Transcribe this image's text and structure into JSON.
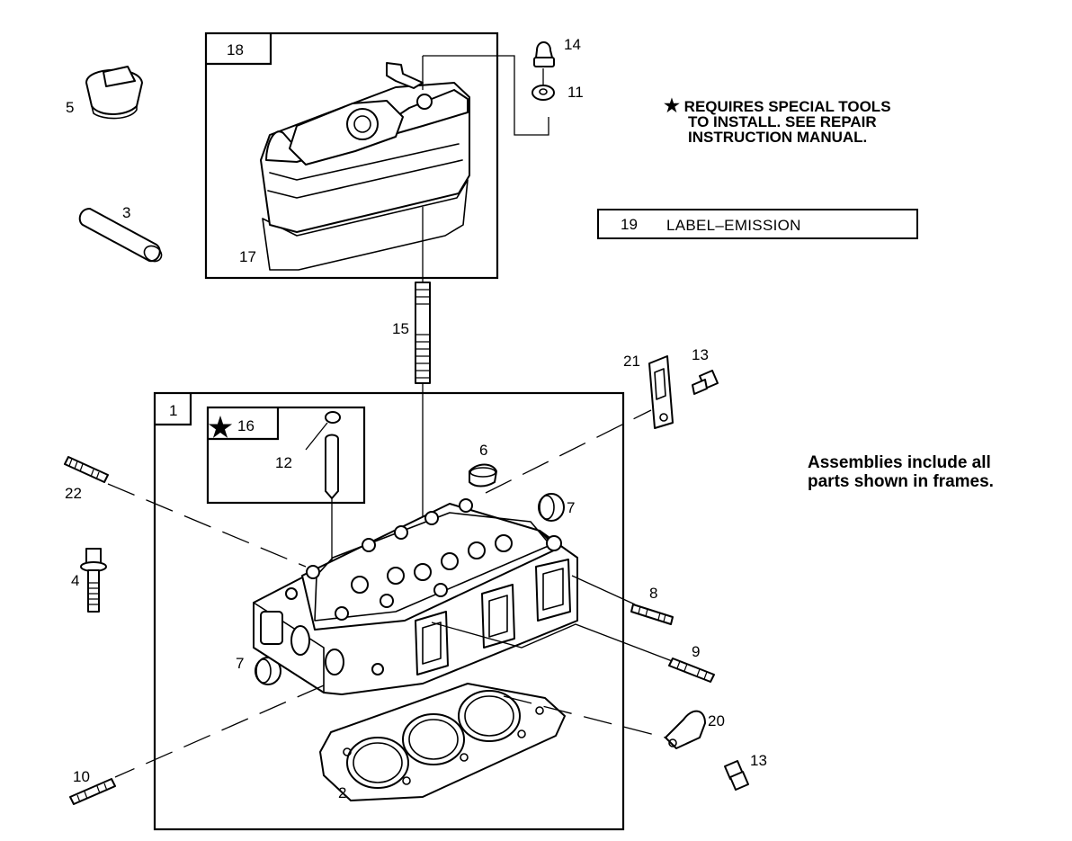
{
  "notes": {
    "special_tools_lines": [
      "REQUIRES SPECIAL TOOLS",
      "TO INSTALL.  SEE REPAIR",
      "INSTRUCTION MANUAL."
    ],
    "assemblies_lines": [
      "Assemblies include all",
      "parts shown in frames."
    ]
  },
  "frames": {
    "frame_1_label": "1",
    "frame_16_label": "16",
    "frame_18_label": "18"
  },
  "label_box": {
    "number": "19",
    "text": "LABEL–EMISSION"
  },
  "callouts": {
    "c2": "2",
    "c3": "3",
    "c4": "4",
    "c5": "5",
    "c6": "6",
    "c7a": "7",
    "c7b": "7",
    "c8": "8",
    "c9": "9",
    "c10": "10",
    "c11": "11",
    "c12": "12",
    "c13a": "13",
    "c13b": "13",
    "c14": "14",
    "c15": "15",
    "c17": "17",
    "c20": "20",
    "c21": "21",
    "c22": "22"
  },
  "icons": {
    "special_tool": "star-icon"
  },
  "colors": {
    "ink": "#000000",
    "paper": "#ffffff"
  }
}
